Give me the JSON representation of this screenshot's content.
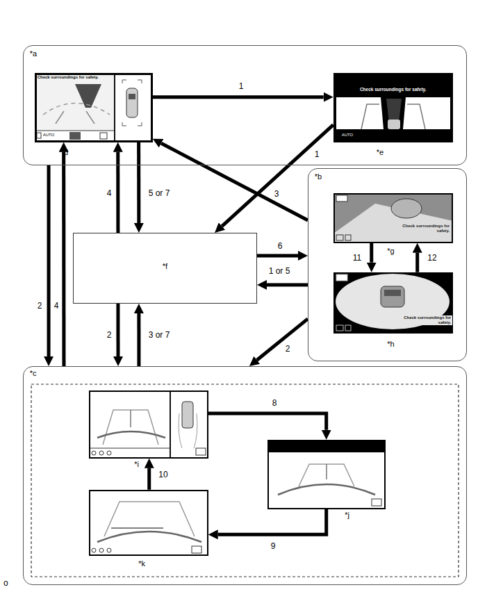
{
  "diagram": {
    "nodes": [
      {
        "text": [
          "*a"
        ]
      },
      {
        "text": [
          "Check surroundings for safety.",
          "AUTO",
          "*d"
        ],
        "in": 0
      },
      {
        "text": [
          "Check surroundings for safety.",
          "AUTO",
          "*e"
        ],
        "in": 0
      },
      {
        "text": [
          "*b"
        ]
      },
      {
        "text": [
          "Check surroundings for safety.",
          "*g"
        ],
        "in": 3
      },
      {
        "text": [
          "Check surroundings for safety.",
          "*h"
        ],
        "in": 3
      },
      {
        "text": [
          "*f"
        ]
      },
      {
        "text": [
          "*c"
        ]
      },
      {
        "text": [
          "*i"
        ],
        "in": 7
      },
      {
        "text": [
          "*j"
        ],
        "in": 7
      },
      {
        "text": [
          "*k"
        ],
        "in": 7
      }
    ],
    "edges": [
      {
        "from": 1,
        "to": 2,
        "arrow": "to",
        "label": "1"
      },
      {
        "from": 2,
        "to": 6,
        "arrow": "to",
        "label": "1"
      },
      {
        "from": 3,
        "to": 1,
        "arrow": "to",
        "label": "3"
      },
      {
        "from": 6,
        "to": 1,
        "arrow": "to",
        "label": "4"
      },
      {
        "from": 1,
        "to": 6,
        "arrow": "to",
        "label": "5 or 7"
      },
      {
        "from": 0,
        "to": 7,
        "arrow": "to",
        "label": "2"
      },
      {
        "from": 7,
        "to": 1,
        "arrow": "to",
        "label": "4"
      },
      {
        "from": 6,
        "to": 3,
        "arrow": "to",
        "label": "6"
      },
      {
        "from": 3,
        "to": 6,
        "arrow": "to",
        "label": "1 or 5"
      },
      {
        "from": 6,
        "to": 7,
        "arrow": "to",
        "label": "2"
      },
      {
        "from": 7,
        "to": 6,
        "arrow": "to",
        "label": "3 or 7"
      },
      {
        "from": 3,
        "to": 7,
        "arrow": "to",
        "label": "2"
      },
      {
        "from": 4,
        "to": 5,
        "arrow": "to",
        "label": "11"
      },
      {
        "from": 5,
        "to": 4,
        "arrow": "to",
        "label": "12"
      },
      {
        "from": 8,
        "to": 9,
        "arrow": "to",
        "label": "8"
      },
      {
        "from": 9,
        "to": 10,
        "arrow": "to",
        "label": "9"
      },
      {
        "from": 10,
        "to": 8,
        "arrow": "to",
        "label": "10"
      }
    ],
    "labels": [
      "o"
    ]
  }
}
